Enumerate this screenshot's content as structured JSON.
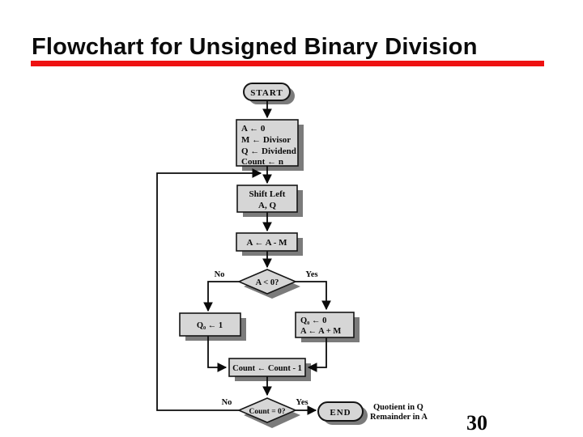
{
  "slide": {
    "title": "Flowchart for Unsigned Binary Division",
    "page_number": "30",
    "colors": {
      "accent_red": "#ee1111",
      "box_fill": "#d6d6d6",
      "shadow_grey": "#7b7b7b",
      "text": "#0a0a0a"
    }
  },
  "flowchart": {
    "start_label": "START",
    "init_box": {
      "line1": "A ← 0",
      "line2": "M ← Divisor",
      "line3": "Q ← Dividend",
      "line4": "Count ← n"
    },
    "shift_box": {
      "line1": "Shift Left",
      "line2": "A, Q"
    },
    "subtract_box": {
      "label": "A ← A - M"
    },
    "decision_sign": {
      "label": "A < 0?",
      "no_label": "No",
      "yes_label": "Yes"
    },
    "set_q1_box": {
      "label": "Q₀ ← 1"
    },
    "restore_box": {
      "line1": "Q₀ ← 0",
      "line2": "A ← A + M"
    },
    "count_box": {
      "label": "Count ← Count - 1"
    },
    "decision_count": {
      "label": "Count = 0?",
      "no_label": "No",
      "yes_label": "Yes"
    },
    "end_label": "END",
    "result_note": {
      "line1": "Quotient in Q",
      "line2": "Remainder in A"
    }
  }
}
